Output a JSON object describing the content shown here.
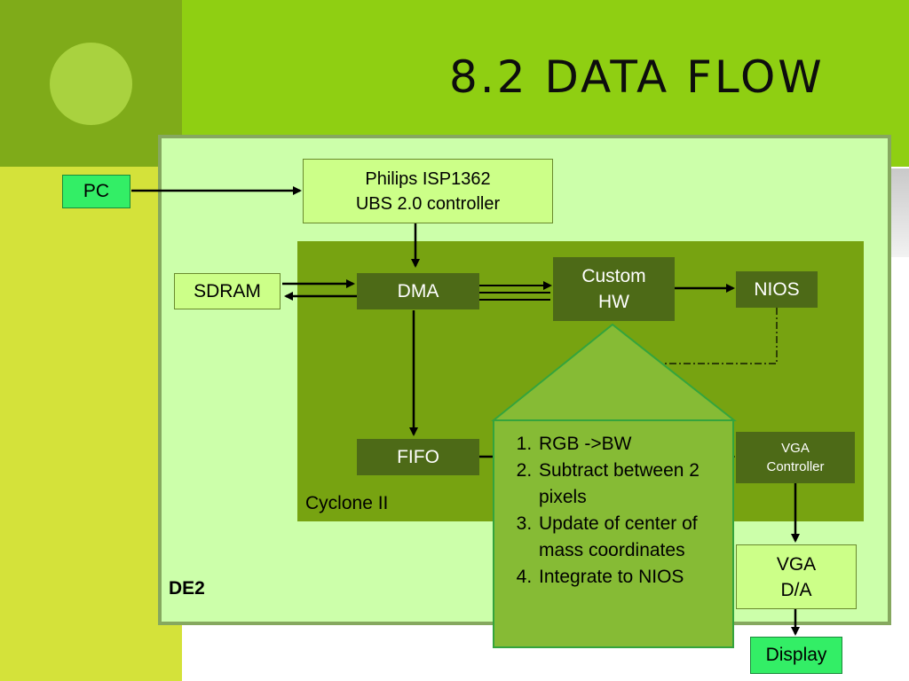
{
  "slide": {
    "title": "8.2 DATA FLOW"
  },
  "diagram": {
    "nodes": {
      "pc": "PC",
      "usb_line1": "Philips ISP1362",
      "usb_line2": "UBS 2.0 controller",
      "sdram": "SDRAM",
      "dma": "DMA",
      "custom_line1": "Custom",
      "custom_line2": "HW",
      "nios": "NIOS",
      "fifo": "FIFO",
      "vga_ctrl_line1": "VGA",
      "vga_ctrl_line2": "Controller",
      "vga_da_line1": "VGA",
      "vga_da_line2": "D/A",
      "display": "Display"
    },
    "regions": {
      "cyclone": "Cyclone II",
      "board": "DE2"
    },
    "callout": {
      "items": [
        "RGB ->BW",
        "Subtract between 2 pixels",
        "Update of center of mass coordinates",
        "Integrate to NIOS"
      ]
    }
  },
  "colors": {
    "top_band": "#8fcf12",
    "left_band": "#d4e23a",
    "board_fill": "#ccffaa",
    "fpga_fill": "#77a311",
    "dark_block": "#4d6a17",
    "callout_fill": "#86bb35"
  }
}
